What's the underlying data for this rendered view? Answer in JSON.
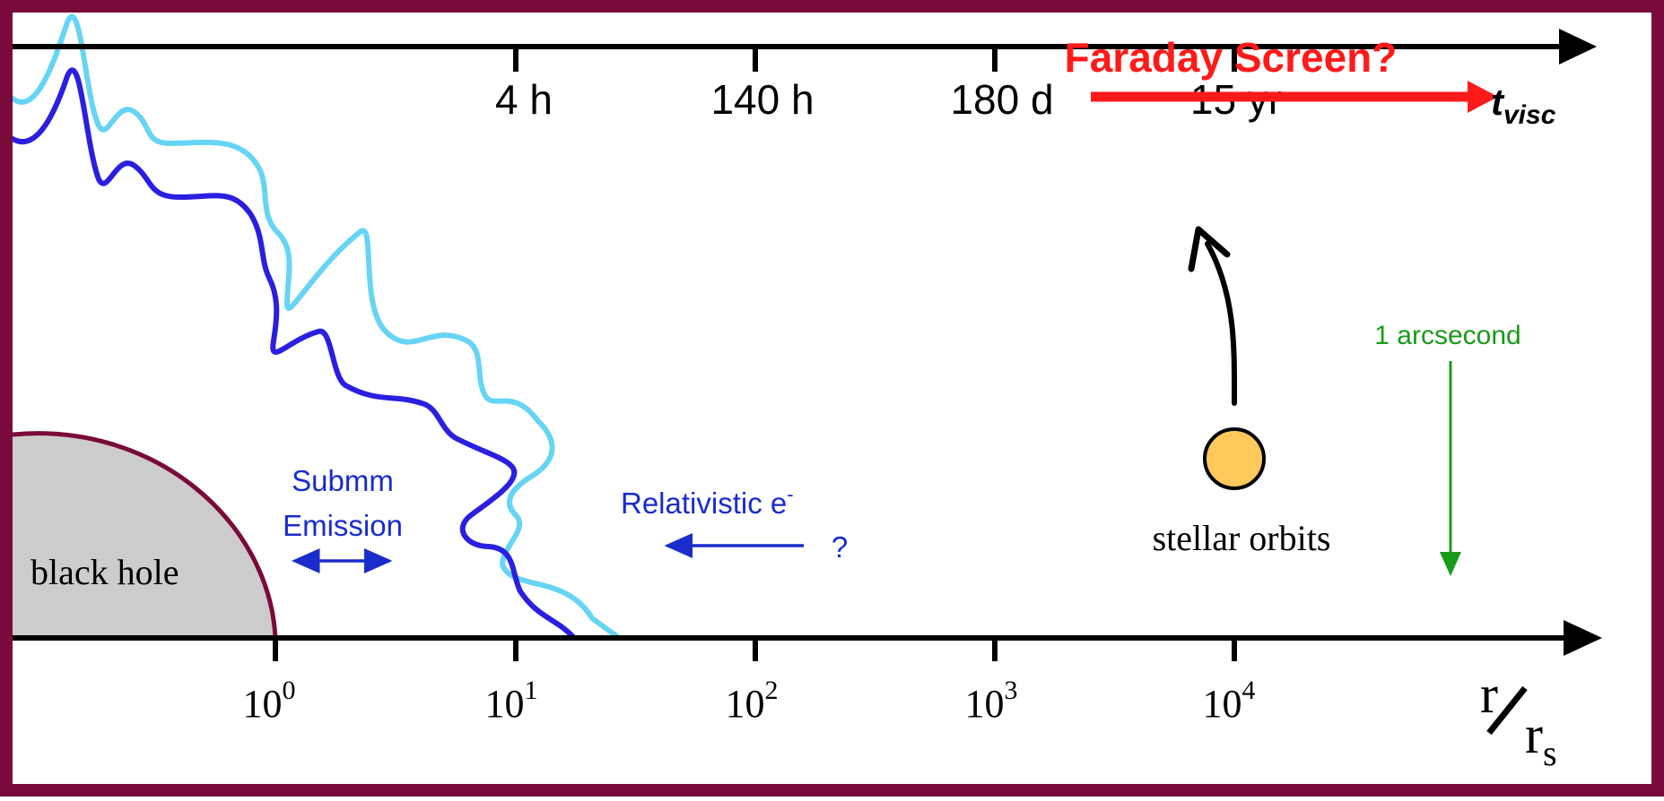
{
  "top_axis": {
    "ticks": [
      "4 h",
      "140 h",
      "180 d",
      "15 yr"
    ],
    "end_label": "t",
    "end_label_sub": "visc"
  },
  "bottom_axis": {
    "tick_base": "10",
    "tick_exponents": [
      "0",
      "1",
      "2",
      "3",
      "4"
    ],
    "axis_label_num": "r",
    "axis_label_den": "r",
    "axis_label_den_sub": "s"
  },
  "labels": {
    "black_hole": "black hole",
    "submm_line1": "Submm",
    "submm_line2": "Emission",
    "relativistic": "Relativistic e",
    "relativistic_sup": "-",
    "relativistic_q": "?",
    "stellar_orbits": "stellar orbits",
    "arcsecond": "1 arcsecond",
    "faraday": "Faraday Screen?"
  },
  "colors": {
    "frame": "#7a0a3a",
    "axis": "#000000",
    "curve_dark": "#2a1fe0",
    "curve_light": "#66d4f4",
    "faraday": "#ff1a1a",
    "arcsecond": "#1a9a1a",
    "blue_text": "#1a2ccc",
    "black_hole_fill": "#cccccc",
    "black_hole_edge": "#7a0a3a",
    "star_fill": "#ffc85a"
  }
}
